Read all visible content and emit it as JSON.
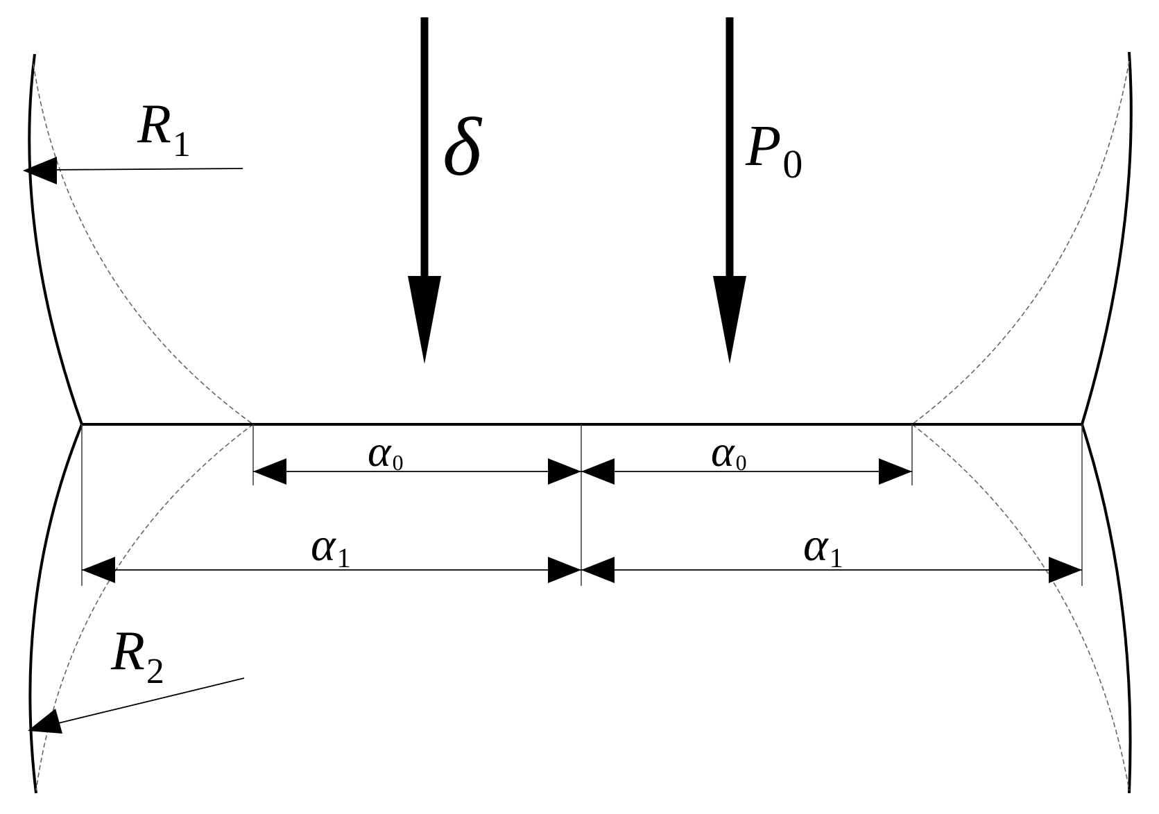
{
  "labels": {
    "delta": "δ",
    "p_symbol": "P",
    "p_subscript": "0",
    "r1_symbol": "R",
    "r1_subscript": "1",
    "r2_symbol": "R",
    "r2_subscript": "2",
    "a0_symbol": "α",
    "a0_subscript": "0",
    "a1_symbol": "α",
    "a1_subscript": "1"
  }
}
